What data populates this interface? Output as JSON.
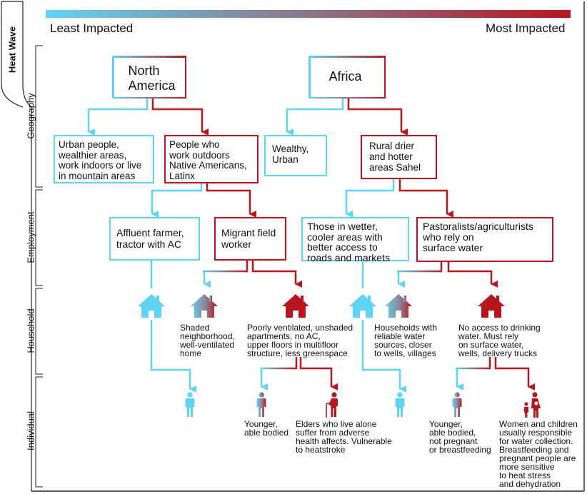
{
  "colors": {
    "low": "#5fd3f3",
    "high": "#b8161f"
  },
  "legend": {
    "least": "Least Impacted",
    "most": "Most Impacted"
  },
  "side": {
    "title": "Heat Wave",
    "levels": [
      "Geography",
      "Employment",
      "Household",
      "Individual"
    ]
  },
  "regions": {
    "na": "North\nAmerica",
    "africa": "Africa"
  },
  "geography": {
    "na_low": "Urban people,\nwealthier areas,\nwork indoors or live\nin mountain areas",
    "na_high": "People who\nwork outdoors\nNative Americans,\nLatinx",
    "af_low": "Wealthy,\nUrban",
    "af_high": "Rural drier\nand hotter\nareas Sahel"
  },
  "employment": {
    "na_low": "Affluent farmer,\ntractor with AC",
    "na_high": "Migrant field\nworker",
    "af_low": "Those in wetter,\ncooler areas with\nbetter access to\nroads and markets",
    "af_high": "Pastoralists/agriculturists\nwho rely on\nsurface water"
  },
  "household": {
    "na_mid": "Shaded\nneighborhood,\nwell-ventilated\nhome",
    "na_high": "Poorly ventilated, unshaded\napartments, no AC,\nupper floors in multifloor\nstructure, less greenspace",
    "af_mid": "Households with\nreliable water\nsources, closer\nto wells, villages",
    "af_high": "No access to drinking\nwater. Must rely\non surface water,\nwells, delivery trucks"
  },
  "individual": {
    "na_mid": "Younger,\nable bodied",
    "na_high": "Elders who live alone\nsuffer from adverse\nhealth affects. Vulnerable\nto heatstroke",
    "af_mid": "Younger,\nable bodied,\nnot pregnant\nor breastfeeding",
    "af_high": "Women and children\nusually responsible\nfor water collection.\nBreastfeeding and\npregnant people are\nmore sensitive\nto heat stress\nand dehydration"
  },
  "icons": [
    "house-icon",
    "person-icon",
    "elder-with-cane-icon",
    "woman-with-child-icon"
  ]
}
